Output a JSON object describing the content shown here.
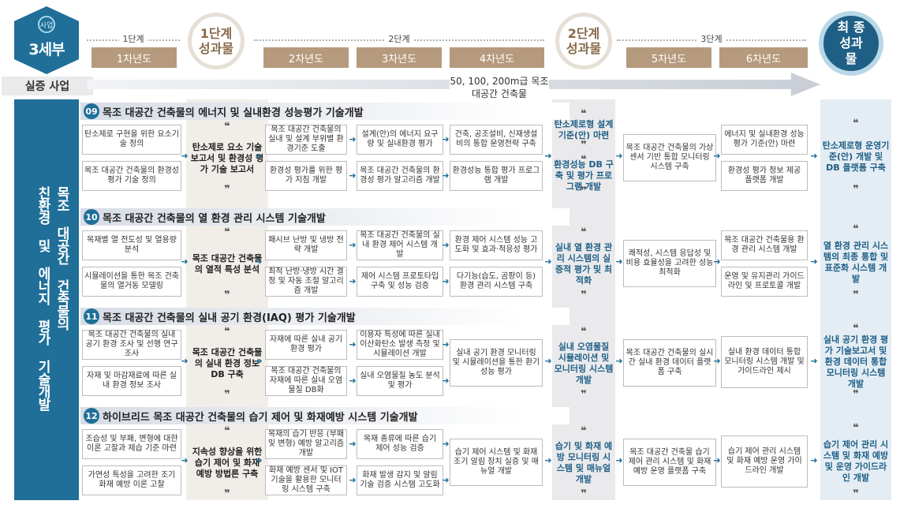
{
  "header": {
    "hex_logo": "사업",
    "hex_title": "3세부",
    "hex_sub": "실증 사업",
    "stages": [
      "1단계",
      "2단계",
      "3단계"
    ],
    "years": [
      "1차년도",
      "2차년도",
      "3차년도",
      "4차년도",
      "5차년도",
      "6차년도"
    ],
    "milestone1": "1단계 성과물",
    "milestone2": "2단계 성과물",
    "final": "최 종 성과물",
    "note": "50, 100, 200m급 목조 대공간 건축물"
  },
  "leftbar": {
    "col1": "친환경 및 에너지 평가 기술개발",
    "col2": "목조 대공간 건축물의"
  },
  "sections": [
    {
      "num": "09",
      "title": "목조 대공간 건축물의 에너지 및 실내환경 성능평가 기술개발",
      "y1_top": "탄소제로 구현을 위한 요소기술 정의",
      "y1_bot": "목조 대공간 건축물의 환경성 평가 기술 정의",
      "s1": "탄소제로 요소 기술 보고서 및 환경성 평가 기술 보고서",
      "y2_top": "목조 대공간 건축물의 실내 및 설계 부위별 환경기준 도출",
      "y2_bot": "환경성 평가를 위한 평가 지침 개발",
      "y3_top": "설계(안)의 에너지 요구량 및 실내환경 평가",
      "y3_bot": "목조 대공간 건축물의 환경성 평가 알고리즘 개발",
      "y4_top": "건축, 공조설비, 신재생설비의 통합 운영전략 구축",
      "y4_bot": "환경성능 통합 평가 프로그램 개발",
      "s2_top": "탄소제로형 설계기준(안) 마련",
      "s2_bot": "환경성능 DB 구축 및 평가 프로그램 개발",
      "y5": "목조 대공간 건축물의 가상센서 기반 통합 모니터링 시스템 구축",
      "y6_top": "에너지 및 실내환경 성능 평가 기준(안) 마련",
      "y6_bot": "환경성 평가 정보 제공 플랫폼 개발",
      "final": "탄소제로형 운영기준(안) 개발 및 DB 플랫폼 구축"
    },
    {
      "num": "10",
      "title": "목조 대공간 건축물의 열 환경 관리 시스템 기술개발",
      "y1_top": "목재별 열 전도성 및 열용량 분석",
      "y1_bot": "시뮬레이션을 통한 목조 건축물의 열거동 모델링",
      "s1": "목조 대공간 건축물의 열적 특성 분석",
      "y2_top": "패시브 난방 및 냉방 전략 개발",
      "y2_bot": "최적 난방·냉방 시간 결정 및 자동 조절 알고리즘 개발",
      "y3_top": "목조 대공간 건축물의 실내 환경 제어 시스템 개발",
      "y3_bot": "제어 시스템 프로토타입 구축 및 성능 검증",
      "y4_top": "환경 제어 시스템 성능 고도화 및 효과·적응성 평가",
      "y4_bot": "다기능(습도, 곰팡이 등) 환경 관리 시스템 구축",
      "s2": "실내 열 환경 관리 시스템의 실증적 평가 및 최적화",
      "y5": "쾌적성, 시스템 응답성 및 비용 효율성을 고려한 성능 최적화",
      "y6_top": "목조 대공간 건축물용 환경 관리 시스템 개발",
      "y6_bot": "운영 및 유지관리 가이드 라인 및 프로토콜 개발",
      "final": "열 환경 관리 시스템의 최종 통합 및 표준화 시스템 개발"
    },
    {
      "num": "11",
      "title": "목조 대공간 건축물의 실내 공기 환경(IAQ) 평가 기술개발",
      "y1_top": "목조 대공간 건축물의 실내 공기 환경 조사 및 선행 연구 조사",
      "y1_bot": "자재 및 마감재료에 따른 실내 환경 정보 조사",
      "s1": "목조 대공간 건축물의 실내 환경 정보 DB 구축",
      "y2_top": "자재에 따른 실내 공기 환경 평가",
      "y2_bot": "목조 대공간 건축물의 자재에 따른 실내 오염 물질 DB화",
      "y3_top": "이용자 특성에 따른 실내 이산화탄소 발생 측정 및 시뮬레이션 개발",
      "y3_bot": "실내 오염물질 농도 분석 및 평가",
      "y4": "실내 공기 환경 모니터링 및 시뮬레이션을 통한 환기 성능 평가",
      "s2": "실내 오염물질 시뮬레이션 및 모니터링 시스템 개발",
      "y5": "목조 대공간 건축물의 실시간 실내 환경 데이터 플랫폼 구축",
      "y6": "실내 환경 데이터 통합 모니터링 시스템 개발 및 가이드라인 제시",
      "final": "실내 공기 환경 평가 기술보고서 및 환경 데이터 통합 모니터링 시스템 개발"
    },
    {
      "num": "12",
      "title": "하이브리드 목조 대공간 건축물의 습기 제어 및 화재예방 시스템 기술개발",
      "y1_top": "조습성 및 부패, 변형에 대한 이론 고찰과 제습 기준 마련",
      "y1_bot": "가연성 특성을 고려한 조기 화재 예방 이론 고찰",
      "s1": "지속성 향상을 위한 습기 제어 및 화재 예방 방법론 구축",
      "y2_top": "목재의 습기 반응 (부패 및 변형) 예방 알고리즘 개발",
      "y2_bot": "화재 예방 센서 및 IOT 기술을 활용한 모니터링 시스템 구축",
      "y3_top": "목재 종류에 따른 습기 제어 성능 검증",
      "y3_bot": "화재 발생 감지 및 알림 기술 검증 시스템 고도화",
      "y4": "습기 제어 시스템 및 화재 조기 알림 장치 실증 및 매뉴얼 개발",
      "s2": "습기 및 화재 예방 모니터링 시스템 및 매뉴얼 개발",
      "y5": "목조 대공간 건축물 습기 제어 관리 시스템 및 화재 예방 운영 플랫폼 구축",
      "y6": "습기 제어 관리 시스템 및 화재 예방 운영 가이드라인 개발",
      "final": "습기 제어 관리 시스템 및 화재 예방 및 운영 가이드라인 개발"
    }
  ],
  "symbols": {
    "quote_open": "❝",
    "quote_close": "❞",
    "arrow": "➜"
  }
}
